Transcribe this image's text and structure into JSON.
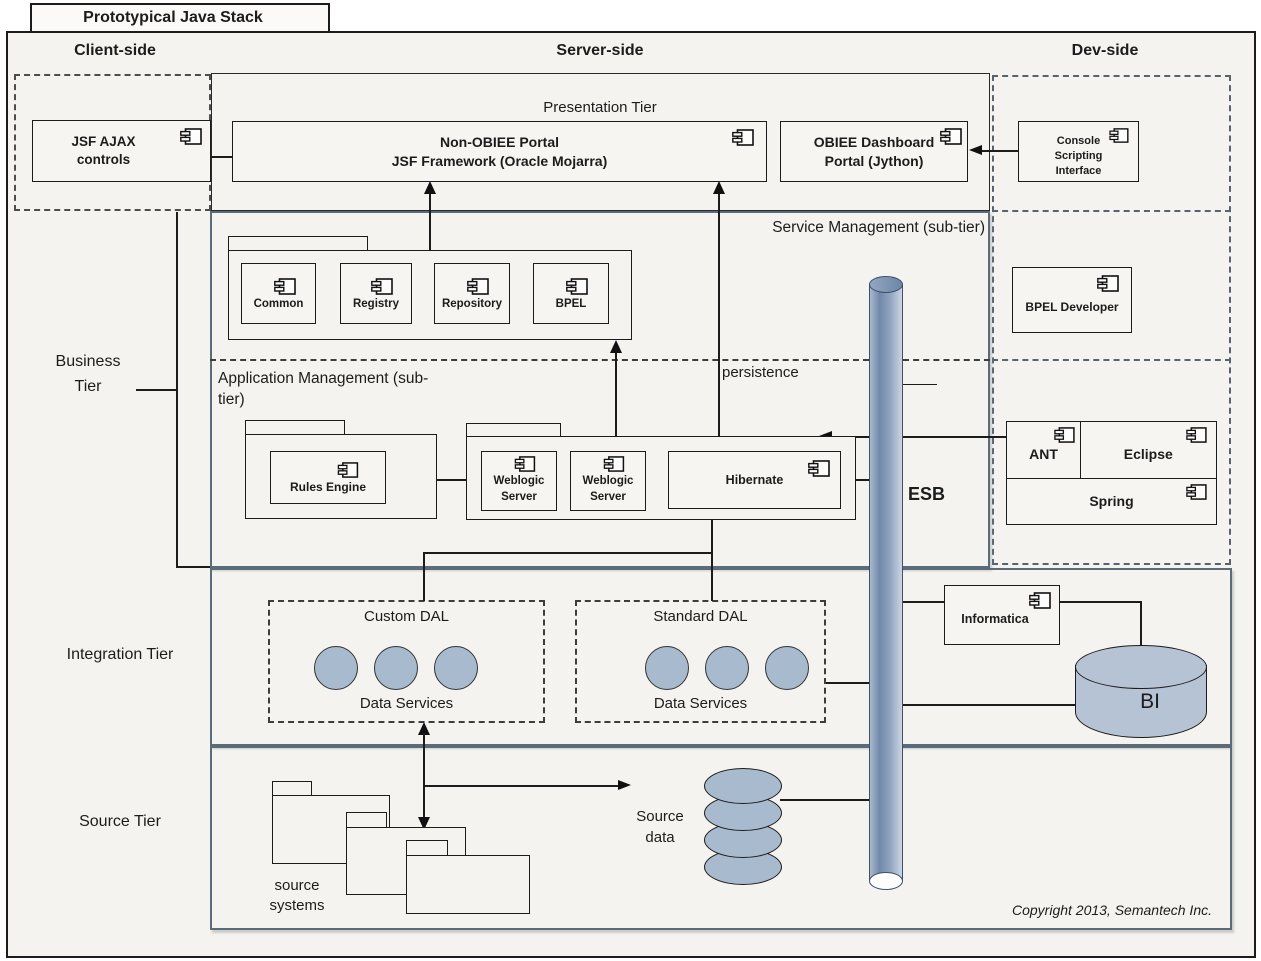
{
  "title": "Prototypical Java Stack",
  "columns": {
    "client": "Client-side",
    "server": "Server-side",
    "dev": "Dev-side"
  },
  "tiers": {
    "presentation": "Presentation Tier",
    "business": "Business Tier",
    "integration": "Integration Tier",
    "source": "Source Tier",
    "service_mgmt": "Service Management (sub-tier)",
    "app_mgmt": "Application Management (sub-tier)"
  },
  "components": {
    "jsf_ajax": "JSF AJAX controls",
    "non_obiee_line1": "Non-OBIEE Portal",
    "non_obiee_line2": "JSF Framework (Oracle Mojarra)",
    "obiee": "OBIEE Dashboard Portal (Jython)",
    "console": "Console Scripting Interface",
    "common": "Common",
    "registry": "Registry",
    "repository": "Repository",
    "bpel": "BPEL",
    "bpel_developer": "BPEL Developer",
    "rules_engine": "Rules Engine",
    "weblogic1": "Weblogic Server",
    "weblogic2": "Weblogic Server",
    "hibernate": "Hibernate",
    "ant": "ANT",
    "eclipse": "Eclipse",
    "spring": "Spring",
    "informatica": "Informatica"
  },
  "labels": {
    "persistence": "persistence",
    "esb": "ESB",
    "custom_dal": "Custom DAL",
    "standard_dal": "Standard DAL",
    "data_services_custom": "Data Services",
    "data_services_standard": "Data Services",
    "bi": "BI",
    "source_data": "Source data",
    "source_systems": "source systems",
    "copyright": "Copyright 2013, Semantech Inc."
  },
  "colors": {
    "pipe_blue": "#7288aa",
    "shape_fill": "#a8bacd",
    "tier_border": "#5c6b7a"
  }
}
